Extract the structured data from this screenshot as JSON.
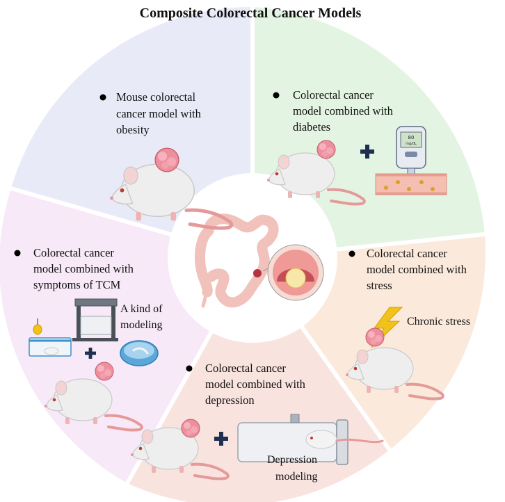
{
  "title": "Composite Colorectal Cancer Models",
  "segments": [
    {
      "lines": [
        "Mouse colorectal",
        "cancer model with",
        "obesity"
      ],
      "color": "#e9eaf8"
    },
    {
      "lines": [
        "Colorectal cancer",
        "model combined with",
        "diabetes"
      ],
      "color": "#e4f4e2"
    },
    {
      "lines": [
        "Colorectal cancer",
        "model combined with",
        "stress"
      ],
      "color": "#fbeadb"
    },
    {
      "lines": [
        "Colorectal cancer",
        "model combined with",
        "depression"
      ],
      "color": "#f9e3df"
    },
    {
      "lines": [
        "Colorectal cancer",
        "model combined with",
        "symptoms of TCM"
      ],
      "color": "#f7e9f7"
    }
  ],
  "notes": {
    "glucometer_reading": "80",
    "glucometer_unit": "mg/dL",
    "chronic_stress": "Chronic stress",
    "kind_of_modeling": [
      "A kind of",
      "modeling"
    ],
    "depression_modeling": [
      "Depression",
      "modeling"
    ]
  },
  "icons": {
    "plus": "plus-icon",
    "lightning": "lightning-icon",
    "lamp": "lamp-icon"
  }
}
